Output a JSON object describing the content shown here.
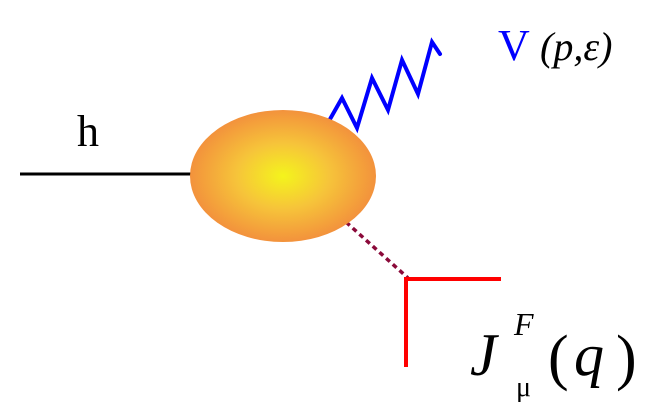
{
  "diagram": {
    "incoming_label": "h",
    "boson_symbol": "V",
    "boson_args": "(p,ε)",
    "current_symbol": "J",
    "current_superscript": "F",
    "current_subscript": "μ",
    "current_args_open": "(",
    "current_args_var": "q",
    "current_args_close": ")",
    "colors": {
      "incoming_line": "#000000",
      "boson": "#0000ff",
      "current": "#ff0000",
      "dashed_line": "#8b0a3a",
      "blob_center": "#f2f21a",
      "blob_edge": "#f2923c"
    }
  }
}
